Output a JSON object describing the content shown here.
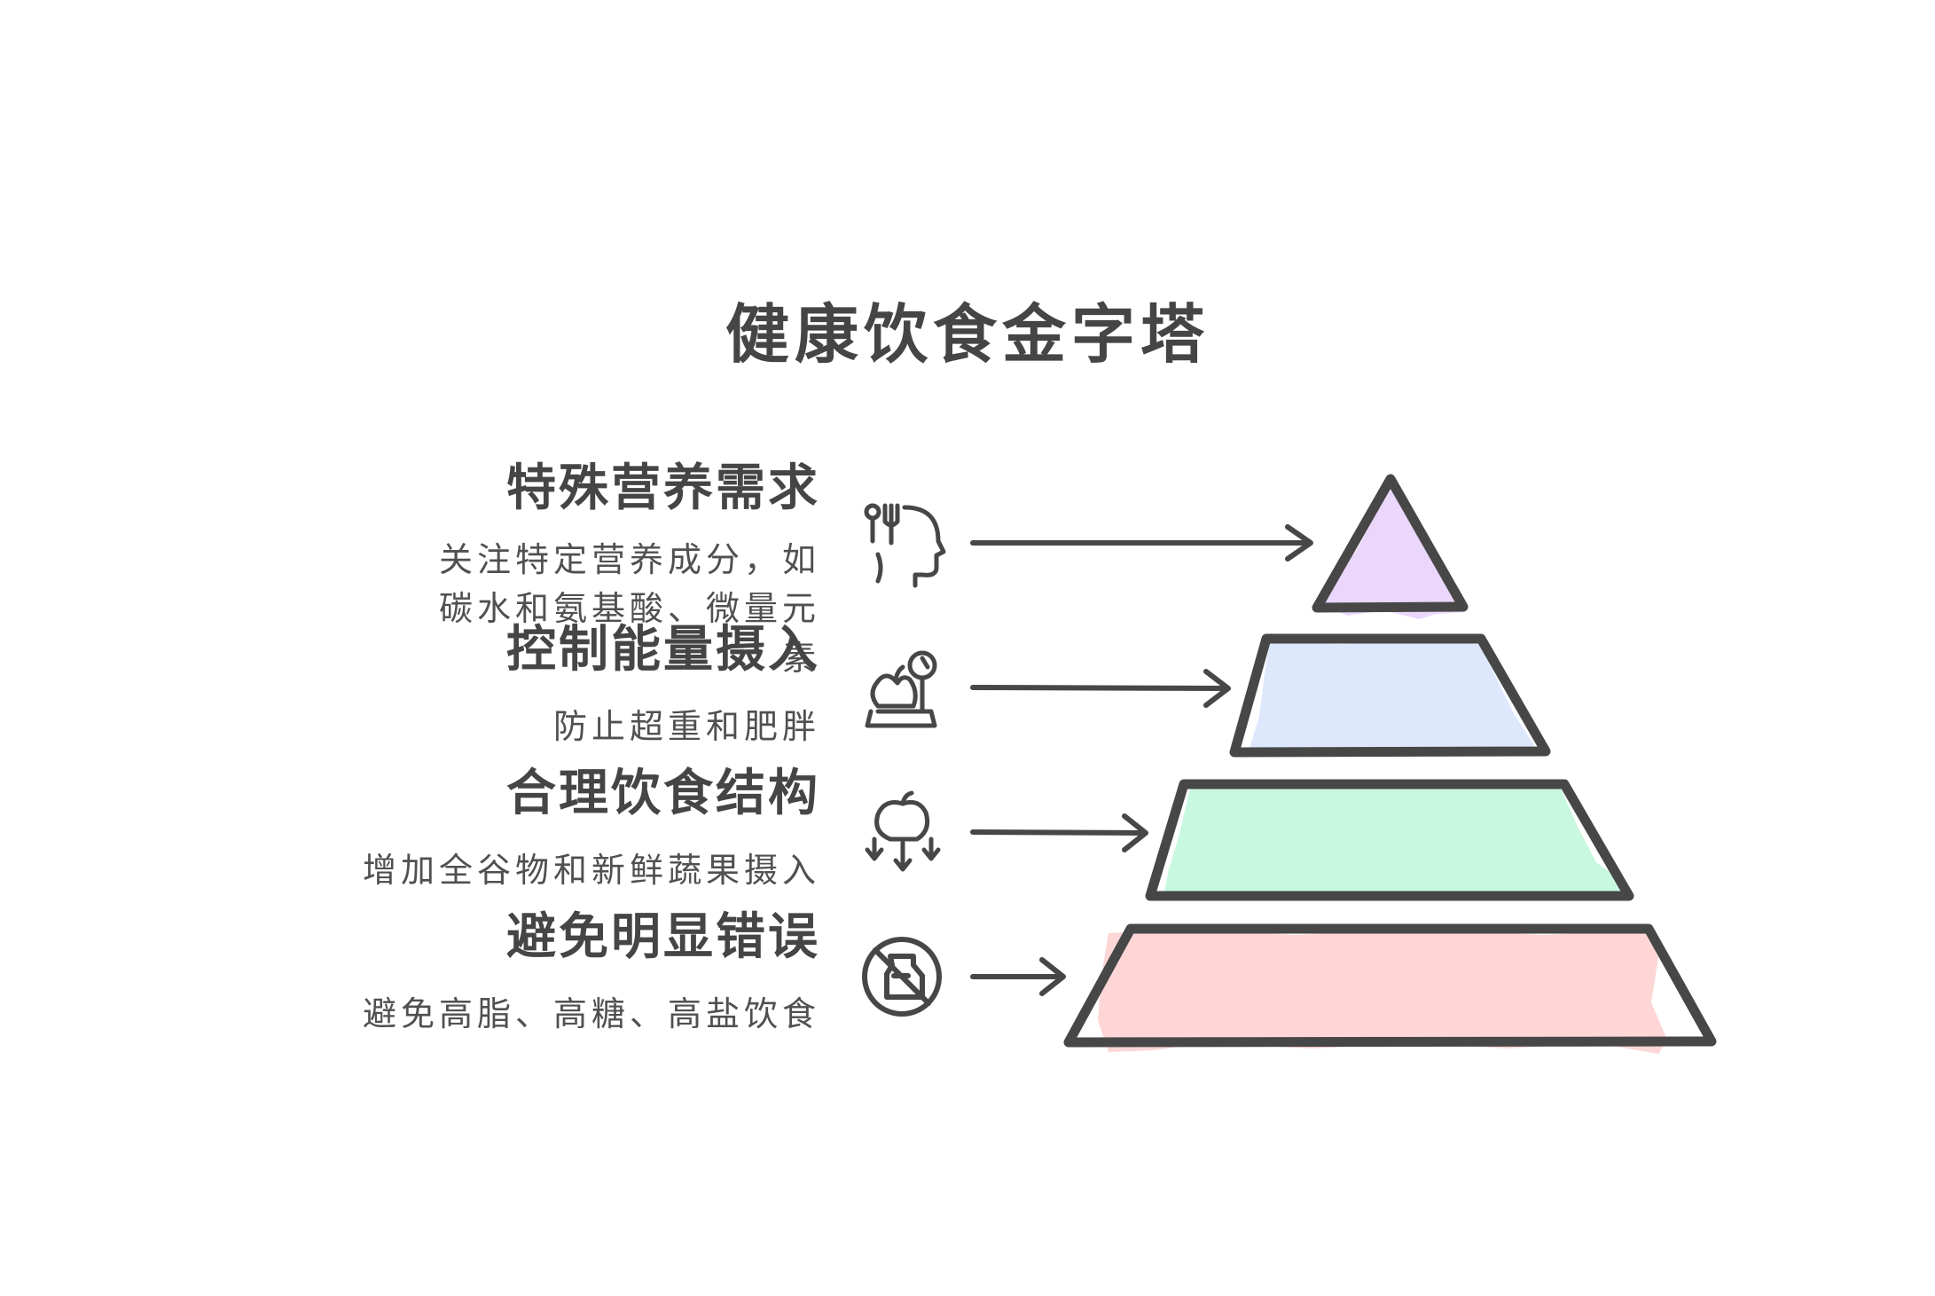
{
  "title": "健康饮食金字塔",
  "levels": [
    {
      "heading": "特殊营养需求",
      "description": "关注特定营养成分，如碳水和氨基酸、微量元素",
      "icon": "head-cutlery-icon",
      "fill": "#ead7fb"
    },
    {
      "heading": "控制能量摄入",
      "description": "防止超重和肥胖",
      "icon": "scale-apple-icon",
      "fill": "#dde8fd"
    },
    {
      "heading": "合理饮食结构",
      "description": "增加全谷物和新鲜蔬果摄入",
      "icon": "fruit-arrows-icon",
      "fill": "#c9f8e1"
    },
    {
      "heading": "避免明显错误",
      "description": "避免高脂、高糖、高盐饮食",
      "icon": "no-milk-icon",
      "fill": "#fed6d6"
    }
  ],
  "stroke_color": "#474747"
}
